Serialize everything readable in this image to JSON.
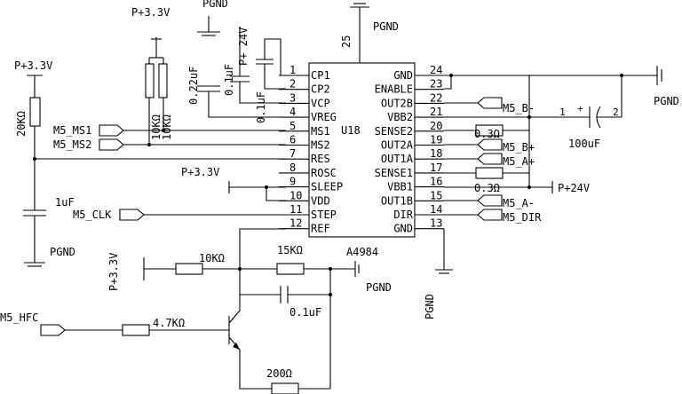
{
  "ic": {
    "ref": "U18",
    "part": "A4984",
    "left_pins": [
      {
        "num": "1",
        "name": "CP1"
      },
      {
        "num": "2",
        "name": "CP2"
      },
      {
        "num": "3",
        "name": "VCP"
      },
      {
        "num": "4",
        "name": "VREG"
      },
      {
        "num": "5",
        "name": "MS1"
      },
      {
        "num": "6",
        "name": "MS2"
      },
      {
        "num": "7",
        "name": "RES"
      },
      {
        "num": "8",
        "name": "ROSC"
      },
      {
        "num": "9",
        "name": "SLEEP"
      },
      {
        "num": "10",
        "name": "VDD"
      },
      {
        "num": "11",
        "name": "STEP"
      },
      {
        "num": "12",
        "name": "REF"
      }
    ],
    "right_pins": [
      {
        "num": "24",
        "name": "GND"
      },
      {
        "num": "23",
        "name": "ENABLE"
      },
      {
        "num": "22",
        "name": "OUT2B"
      },
      {
        "num": "21",
        "name": "VBB2"
      },
      {
        "num": "20",
        "name": "SENSE2"
      },
      {
        "num": "19",
        "name": "OUT2A"
      },
      {
        "num": "18",
        "name": "OUT1A"
      },
      {
        "num": "17",
        "name": "SENSE1"
      },
      {
        "num": "16",
        "name": "VBB1"
      },
      {
        "num": "15",
        "name": "OUT1B"
      },
      {
        "num": "14",
        "name": "DIR"
      },
      {
        "num": "13",
        "name": "GND"
      }
    ],
    "top_pin": "25"
  },
  "nets": {
    "p33_a": "P+3.3V",
    "p33_b": "P+3.3V",
    "p33_c": "P+3.3V",
    "p33_d": "P+3.3V",
    "p24_top": "P+ 24V",
    "p24_right": "P+24V",
    "pgnd_top": "PGND",
    "pgnd_top_left": "PGND",
    "pgnd_left": "PGND",
    "pgnd_right": "PGND",
    "pgnd_mid": "PGND",
    "pgnd_bottom": "PGND",
    "m5_ms1": "M5_MS1",
    "m5_ms2": "M5_MS2",
    "m5_clk": "M5_CLK",
    "m5_hfc": "M5_HFC",
    "m5_b_minus": "M5_B-",
    "m5_b_plus": "M5_B+",
    "m5_a_plus": "M5_A+",
    "m5_a_minus": "M5_A-",
    "m5_dir": "M5_DIR"
  },
  "parts": {
    "c_022": "0.22uF",
    "c_01_a": "0.1uF",
    "c_01_b": "0.1uF",
    "c_01_c": "0.1uF",
    "c_1uf": "1uF",
    "c_100uf": "100uF",
    "c_100uf_pin1": "1",
    "c_100uf_pin2": "2",
    "c_100uf_plus": "+",
    "r_20k": "20KΩ",
    "r_10k_a": "10KΩ",
    "r_10k_b": "10KΩ",
    "r_10k_c": "10KΩ",
    "r_15k": "15KΩ",
    "r_47k": "4.7KΩ",
    "r_200": "200Ω",
    "r_sense2": "0.3Ω",
    "r_sense1": "0.3Ω"
  }
}
